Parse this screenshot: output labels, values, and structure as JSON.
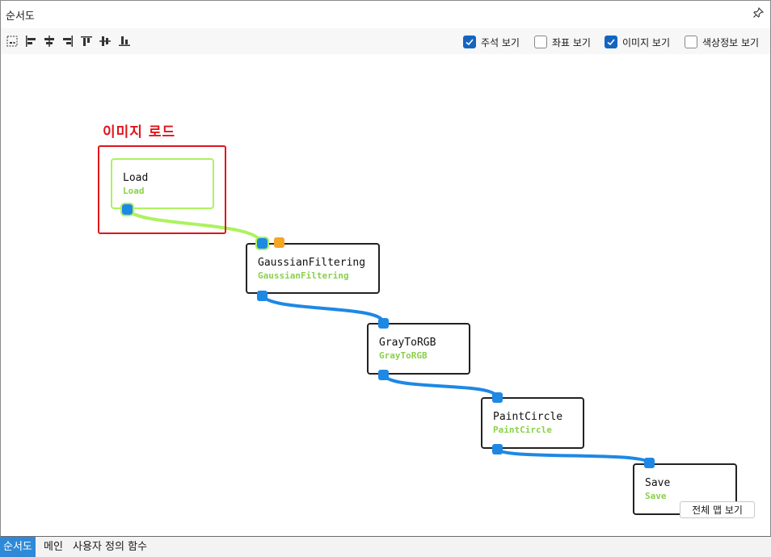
{
  "window": {
    "title": "순서도",
    "pin_icon": "pin-icon"
  },
  "toolbar": {
    "tools": [
      "fit-icon",
      "align-left-icon",
      "align-center-h-icon",
      "align-right-icon",
      "align-top-icon",
      "align-middle-v-icon",
      "align-bottom-icon"
    ],
    "checkboxes": [
      {
        "label": "주석 보기",
        "checked": true
      },
      {
        "label": "좌표 보기",
        "checked": false
      },
      {
        "label": "이미지 보기",
        "checked": true
      },
      {
        "label": "색상정보 보기",
        "checked": false
      }
    ]
  },
  "canvas": {
    "annotation": {
      "label": "이미지 로드",
      "color": "#e0141b"
    },
    "nodes": [
      {
        "name": "Load",
        "sub": "Load",
        "selected": true
      },
      {
        "name": "GaussianFiltering",
        "sub": "GaussianFiltering",
        "selected": false
      },
      {
        "name": "GrayToRGB",
        "sub": "GrayToRGB",
        "selected": false
      },
      {
        "name": "PaintCircle",
        "sub": "PaintCircle",
        "selected": false
      },
      {
        "name": "Save",
        "sub": "Save",
        "selected": false
      }
    ],
    "wire_color": "#1e88e5",
    "selected_color": "#adf25e",
    "full_map_label": "전체 맵 보기"
  },
  "tabs": [
    {
      "label": "순서도",
      "active": true
    },
    {
      "label": "메인",
      "active": false
    },
    {
      "label": "사용자 정의 함수",
      "active": false
    }
  ]
}
